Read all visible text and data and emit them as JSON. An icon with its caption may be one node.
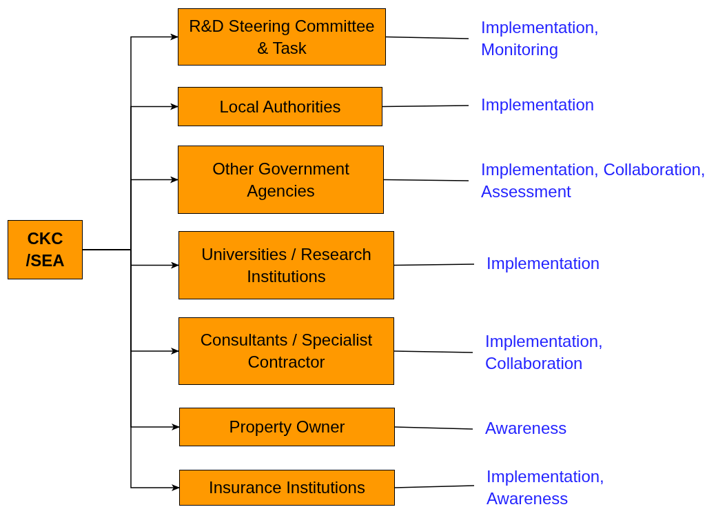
{
  "diagram": {
    "nodes": [
      {
        "text": [
          "CKC /SEA"
        ]
      },
      {
        "text": [
          "R&D Steering Committee & Task"
        ]
      },
      {
        "text": [
          "Local Authorities"
        ]
      },
      {
        "text": [
          "Other Government Agencies"
        ]
      },
      {
        "text": [
          "Universities / Research Institutions"
        ]
      },
      {
        "text": [
          "Consultants / Specialist Contractor"
        ]
      },
      {
        "text": [
          "Property Owner"
        ]
      },
      {
        "text": [
          "Insurance Institutions"
        ]
      },
      {
        "text": [
          "Implementation, Monitoring"
        ]
      },
      {
        "text": [
          "Implementation"
        ]
      },
      {
        "text": [
          "Implementation, Collaboration, Assessment"
        ]
      },
      {
        "text": [
          "Implementation"
        ]
      },
      {
        "text": [
          "Implementation, Collaboration"
        ]
      },
      {
        "text": [
          "Awareness"
        ]
      },
      {
        "text": [
          "Implementation, Awareness"
        ]
      }
    ],
    "edges": [
      {
        "from": 0,
        "to": 1,
        "arrow": "to"
      },
      {
        "from": 0,
        "to": 2,
        "arrow": "to"
      },
      {
        "from": 0,
        "to": 3,
        "arrow": "to"
      },
      {
        "from": 0,
        "to": 4,
        "arrow": "to"
      },
      {
        "from": 0,
        "to": 5,
        "arrow": "to"
      },
      {
        "from": 0,
        "to": 6,
        "arrow": "to"
      },
      {
        "from": 0,
        "to": 7,
        "arrow": "to"
      },
      {
        "from": 1,
        "to": 8,
        "arrow": "none"
      },
      {
        "from": 2,
        "to": 9,
        "arrow": "none"
      },
      {
        "from": 3,
        "to": 10,
        "arrow": "none"
      },
      {
        "from": 4,
        "to": 11,
        "arrow": "none"
      },
      {
        "from": 5,
        "to": 12,
        "arrow": "none"
      },
      {
        "from": 6,
        "to": 13,
        "arrow": "none"
      },
      {
        "from": 7,
        "to": 14,
        "arrow": "none"
      }
    ]
  }
}
